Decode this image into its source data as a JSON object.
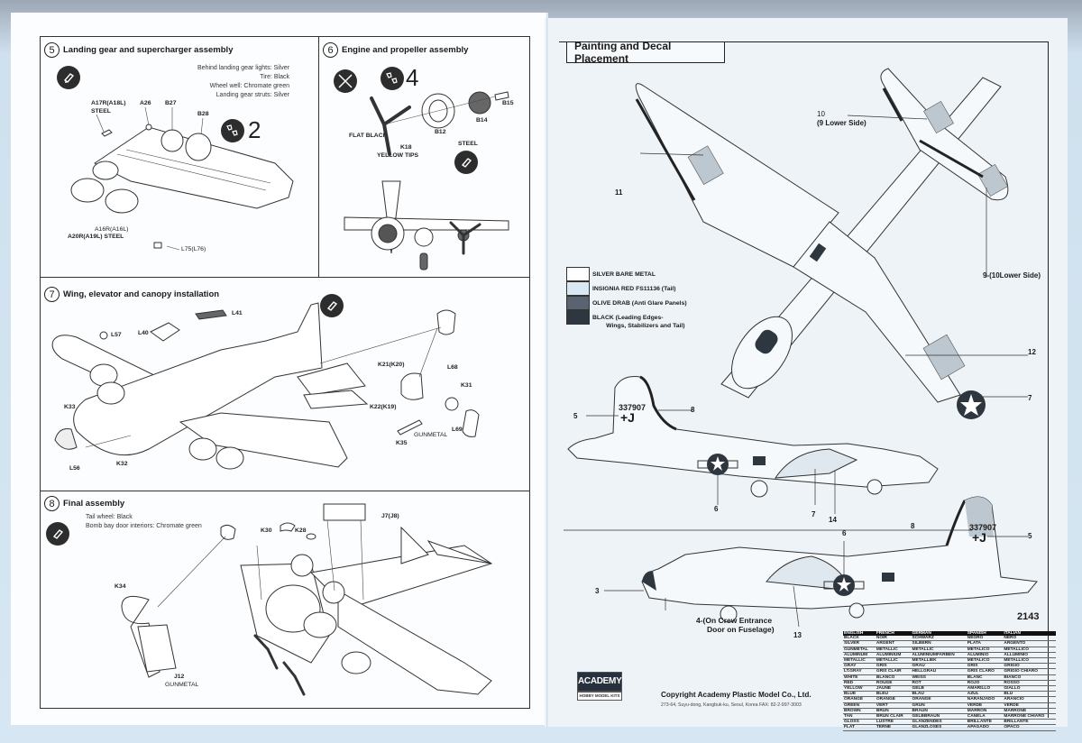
{
  "left_page": {
    "steps": [
      {
        "number": "5",
        "title": "Landing gear and supercharger assembly",
        "paint_notes": [
          {
            "part": "Behind landing gear lights:",
            "color": "Silver"
          },
          {
            "part": "Tire:",
            "color": "Black"
          },
          {
            "part": "Wheel well:",
            "color": "Chromate green"
          },
          {
            "part": "Landing gear struts:",
            "color": "Silver"
          }
        ],
        "repeat_count": "2",
        "part_labels": [
          "A17R(A18L)",
          "STEEL",
          "A26",
          "B27",
          "B28",
          "A16R(A16L)",
          "A20R(A19L) STEEL",
          "L75(L76)"
        ]
      },
      {
        "number": "6",
        "title": "Engine and propeller assembly",
        "repeat_count": "4",
        "part_labels": [
          "B15",
          "B14",
          "B12",
          "FLAT BLACK",
          "K18",
          "YELLOW TIPS",
          "STEEL"
        ]
      },
      {
        "number": "7",
        "title": "Wing, elevator and canopy installation",
        "part_labels": [
          "L57",
          "L40",
          "L41",
          "K21(K20)",
          "L68",
          "K31",
          "K22(K19)",
          "K33",
          "L56",
          "K32",
          "K35",
          "GUNMETAL",
          "L69"
        ]
      },
      {
        "number": "8",
        "title": "Final assembly",
        "paint_notes": [
          {
            "part": "Tail wheel:",
            "color": "Black"
          },
          {
            "part": "Bomb bay door interiors:",
            "color": "Chromate green"
          }
        ],
        "part_labels": [
          "K30",
          "K28",
          "J7(J8)",
          "K34",
          "J12",
          "GUNMETAL"
        ]
      }
    ]
  },
  "right_page": {
    "title": "Painting and Decal Placement",
    "legend": [
      {
        "label": "SILVER BARE METAL",
        "color": "#ffffff"
      },
      {
        "label": "INSIGNIA RED FS11136 (Tail)",
        "color": "#d9e8f2"
      },
      {
        "label": "OLIVE DRAB (Anti Glare Panels)",
        "color": "#5a6470"
      },
      {
        "label": "BLACK (Leading Edges-\n        Wings, Stabilizers and Tail)",
        "color": "#2e3640"
      }
    ],
    "decal_callouts": {
      "top_view": [
        "10",
        "(9 Lower Side)",
        "11",
        "9-(10Lower Side)",
        "12",
        "7"
      ],
      "side_view_left": [
        "5",
        "337907",
        "+J",
        "8",
        "6",
        "7",
        "14"
      ],
      "side_view_right": [
        "8",
        "337907",
        "+J",
        "5",
        "6",
        "3",
        "4-(On Crew Entrance",
        "Door on Fuselage)",
        "13"
      ]
    },
    "kit_number": "2143",
    "color_table": {
      "headers": [
        "ENGLISH",
        "FRENCH",
        "GERMAN",
        "SPANISH",
        "ITALIAN"
      ],
      "rows": [
        [
          "BLACK",
          "NOIR",
          "SCHWARZ",
          "NEGRO",
          "NERO"
        ],
        [
          "SILVER",
          "ARGENT",
          "SILBERN",
          "PLATA",
          "ARGENTO"
        ],
        [
          "GUNMETAL",
          "METALLIC",
          "METALLIC",
          "METALICO",
          "METALLICO"
        ],
        [
          "ALUMINUM",
          "ALUMINIUM",
          "ALUMINIUMFARBEN",
          "ALUMINIO",
          "ALLUMINIO"
        ],
        [
          "METALLIC",
          "METALLIC",
          "METALLIEK",
          "METALICO",
          "METALLICO"
        ],
        [
          "GRAY",
          "GRIS",
          "GRAU",
          "GRIS",
          "GRIGIO"
        ],
        [
          "LT.GRAY",
          "GRIS CLAIR",
          "HELLGRAU",
          "GRIS CLARO",
          "GRIGIO CHIARO"
        ],
        [
          "WHITE",
          "BLANCO",
          "WEISS",
          "BLANC",
          "BIANCO"
        ],
        [
          "RED",
          "ROUGE",
          "ROT",
          "ROJO",
          "ROSSO"
        ],
        [
          "YELLOW",
          "JAUNE",
          "GELB",
          "AMARILLO",
          "GIALLO"
        ],
        [
          "BLUE",
          "BLEU",
          "BLAU",
          "AZUL",
          "BLU"
        ],
        [
          "ORANGE",
          "ORANGE",
          "ORANGE",
          "NARANJADO",
          "ARANCIO"
        ],
        [
          "GREEN",
          "VERT",
          "GRUN",
          "VERDE",
          "VERDE"
        ],
        [
          "BROWN",
          "BRUN",
          "BRAUN",
          "MARRON",
          "MARRONE"
        ],
        [
          "TAN",
          "BRUN CLAIR",
          "GELBBRAUN",
          "CANELA",
          "MARRONE CHIARO"
        ],
        [
          "GLOSS",
          "LUSTRE",
          "GLANZENDES",
          "BRILLANTE",
          "BRILLANTE"
        ],
        [
          "FLAT",
          "TERNE",
          "GLANZLOSES",
          "APAGADO",
          "OPACO"
        ]
      ]
    },
    "brand": {
      "logo_text": "ACADEMY",
      "logo_subtext": "HOBBY MODEL KITS"
    },
    "copyright": "Copyright  Academy Plastic Model Co., Ltd.",
    "address": "273-64, Suyu-dong, Kangbuk-ku, Seoul, Korea    FAX: 82-2-997-3003"
  },
  "icons": {
    "paint_brush": "paint-bottle-icon",
    "repeat": "repeat-parts-icon",
    "do_not_glue": "no-glue-icon"
  }
}
